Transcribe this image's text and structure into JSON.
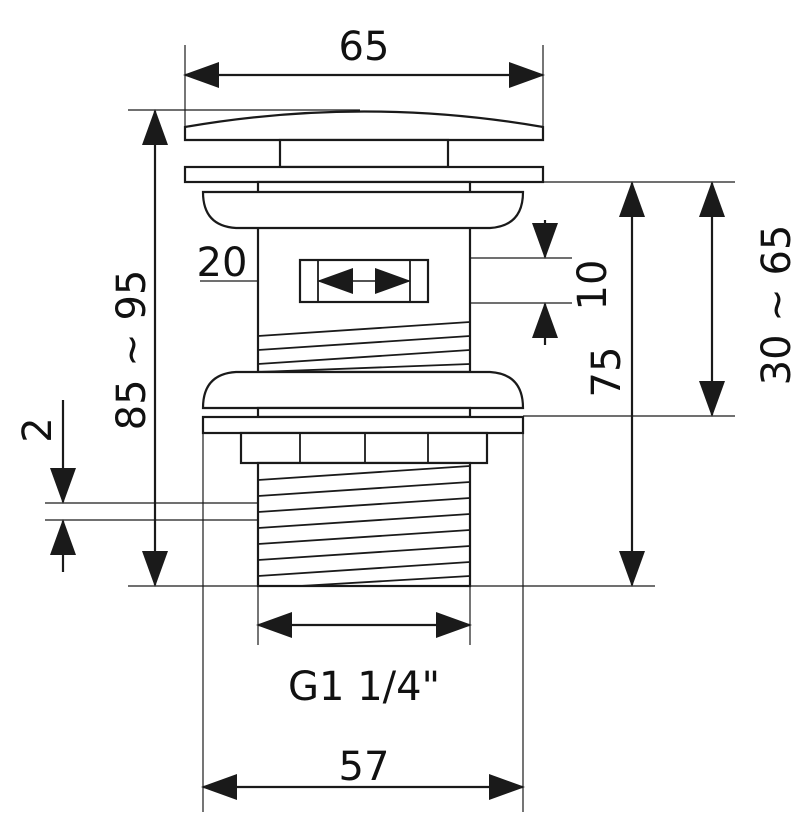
{
  "title": "Pop-up waste dimension drawing",
  "dimensions": {
    "cap_width": "65",
    "total_height": "85 ~ 95",
    "adjustable_range": "30 ~ 65",
    "body_length": "75",
    "overflow_height": "10",
    "overflow_width": "20",
    "thread_pitch": "2",
    "thread_size": "G1 1/4\"",
    "flange_width": "57"
  },
  "colors": {
    "line": "#1a1a1a",
    "background": "#ffffff"
  }
}
